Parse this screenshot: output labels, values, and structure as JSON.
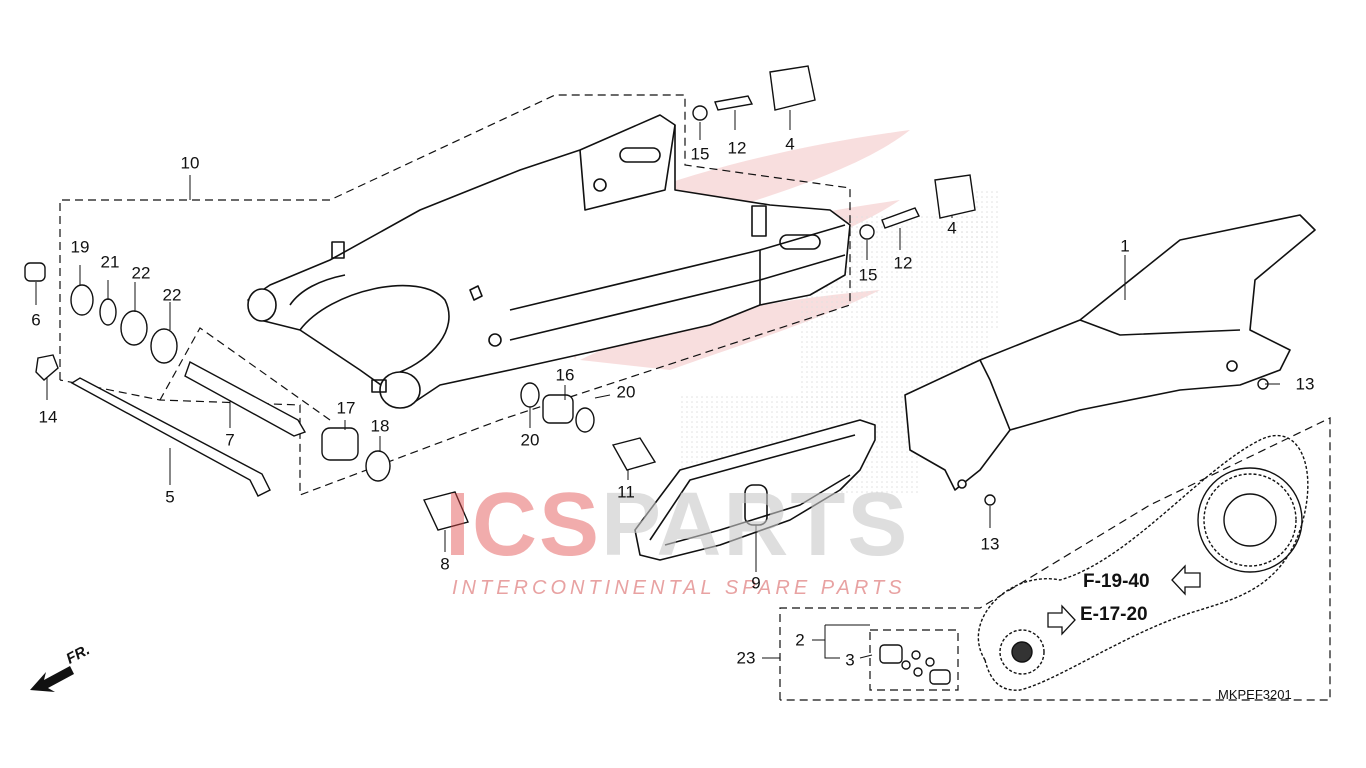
{
  "callouts": [
    {
      "id": "p1",
      "label": "1"
    },
    {
      "id": "p2",
      "label": "2"
    },
    {
      "id": "p3",
      "label": "3"
    },
    {
      "id": "p4a",
      "label": "4"
    },
    {
      "id": "p4b",
      "label": "4"
    },
    {
      "id": "p5",
      "label": "5"
    },
    {
      "id": "p6",
      "label": "6"
    },
    {
      "id": "p7",
      "label": "7"
    },
    {
      "id": "p8",
      "label": "8"
    },
    {
      "id": "p9",
      "label": "9"
    },
    {
      "id": "p10",
      "label": "10"
    },
    {
      "id": "p11",
      "label": "11"
    },
    {
      "id": "p12a",
      "label": "12"
    },
    {
      "id": "p12b",
      "label": "12"
    },
    {
      "id": "p13a",
      "label": "13"
    },
    {
      "id": "p13b",
      "label": "13"
    },
    {
      "id": "p14",
      "label": "14"
    },
    {
      "id": "p15a",
      "label": "15"
    },
    {
      "id": "p15b",
      "label": "15"
    },
    {
      "id": "p16",
      "label": "16"
    },
    {
      "id": "p17",
      "label": "17"
    },
    {
      "id": "p18",
      "label": "18"
    },
    {
      "id": "p19",
      "label": "19"
    },
    {
      "id": "p20a",
      "label": "20"
    },
    {
      "id": "p20b",
      "label": "20"
    },
    {
      "id": "p21",
      "label": "21"
    },
    {
      "id": "p22a",
      "label": "22"
    },
    {
      "id": "p22b",
      "label": "22"
    },
    {
      "id": "p23",
      "label": "23"
    }
  ],
  "references": {
    "f_ref": "F-19-40",
    "e_ref": "E-17-20"
  },
  "diagram_code": "MKPEF3201",
  "direction_label": "FR.",
  "watermark": {
    "brand_red": "ICS",
    "brand_grey": "PARTS",
    "tagline_a": "INTERCONTINENTAL",
    "tagline_b": "SPARE PARTS"
  },
  "colors": {
    "line": "#111111",
    "watermark_red": "#e24a4a",
    "watermark_grey": "#c9c9c9"
  }
}
